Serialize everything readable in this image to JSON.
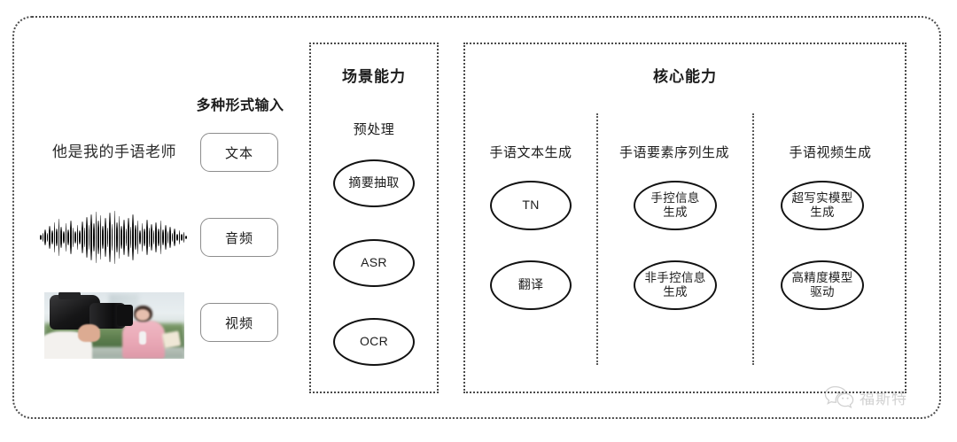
{
  "diagram": {
    "title_hidden": "",
    "inputs": {
      "heading": "多种形式输入",
      "sample_text": "他是我的手语老师",
      "waveform_name": "audio-waveform",
      "video_thumb_name": "video-thumbnail",
      "modalities": [
        {
          "label": "文本"
        },
        {
          "label": "音频"
        },
        {
          "label": "视频"
        }
      ]
    },
    "scene_section": {
      "title": "场景能力",
      "group_label": "预处理",
      "nodes": [
        {
          "label": "摘要抽取"
        },
        {
          "label": "ASR"
        },
        {
          "label": "OCR"
        }
      ]
    },
    "core_section": {
      "title": "核心能力",
      "columns": [
        {
          "heading": "手语文本生成",
          "nodes": [
            {
              "line1": "TN",
              "line2": ""
            },
            {
              "line1": "翻译",
              "line2": ""
            }
          ]
        },
        {
          "heading": "手语要素序列生成",
          "nodes": [
            {
              "line1": "手控信息",
              "line2": "生成"
            },
            {
              "line1": "非手控信息",
              "line2": "生成"
            }
          ]
        },
        {
          "heading": "手语视频生成",
          "nodes": [
            {
              "line1": "超写实模型",
              "line2": "生成"
            },
            {
              "line1": "高精度模型",
              "line2": "驱动"
            }
          ]
        }
      ]
    },
    "watermark": {
      "icon": "wechat-icon",
      "text": "福斯特"
    },
    "colors": {
      "frame": "#4a4a4a",
      "node_stroke": "#111111",
      "pill_stroke": "#8d8d8d",
      "text": "#1c1c1c",
      "watermark": "#9b9b9b"
    }
  }
}
